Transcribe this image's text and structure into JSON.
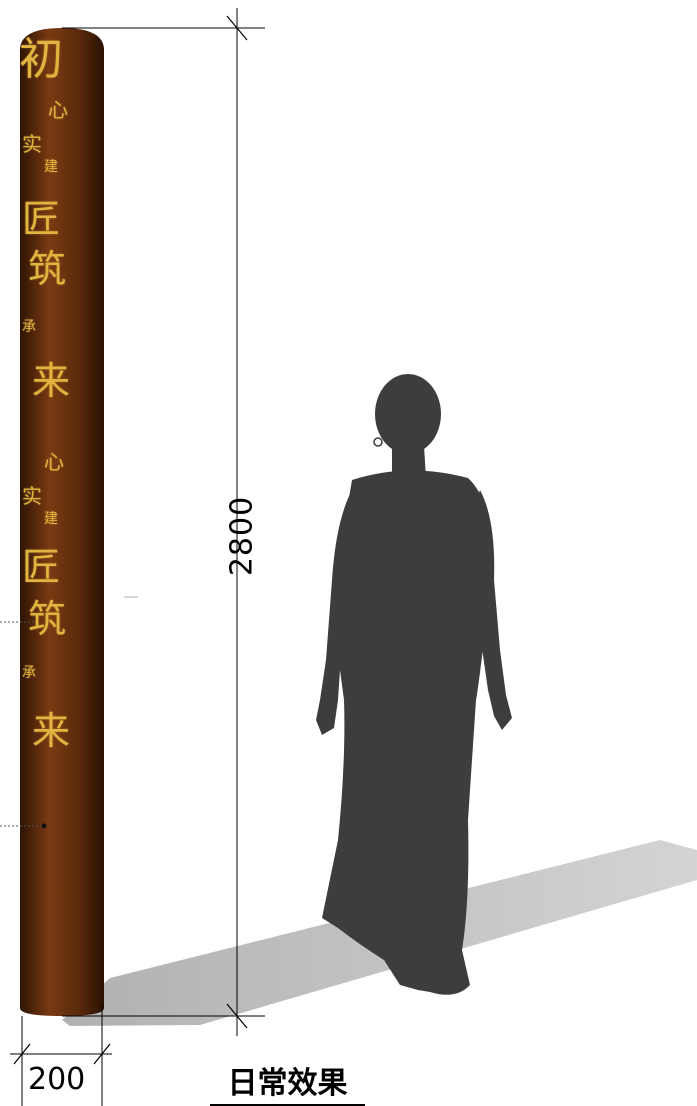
{
  "pillar": {
    "color_dark": "#3a1a06",
    "color_mid": "#7a3a12",
    "text_color": "#e0b43e",
    "glyphs": {
      "g1": "初",
      "g2": "心",
      "g3": "实",
      "g4": "建",
      "g5": "匠",
      "g6": "筑",
      "g7": "承",
      "g8": "来",
      "g9": "心",
      "g10": "实",
      "g11": "建",
      "g12": "匠",
      "g13": "筑",
      "g14": "承",
      "g15": "来"
    }
  },
  "dimensions": {
    "height": "2800",
    "width": "200"
  },
  "figure_color": "#3d3d3d",
  "shadow_color": "#bdbdbd",
  "caption": "日常效果"
}
